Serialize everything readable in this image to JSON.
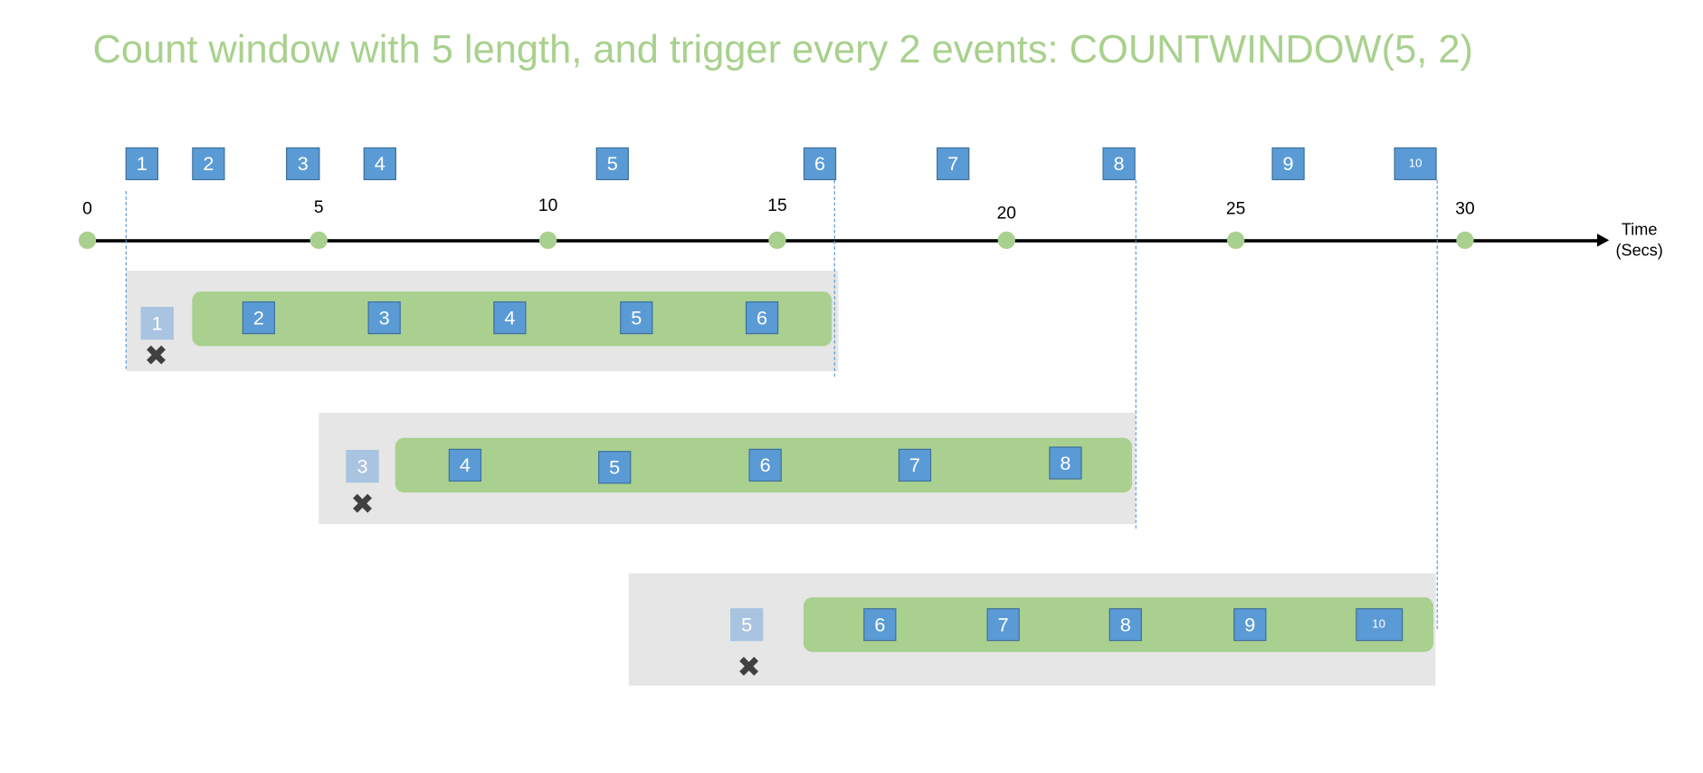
{
  "title": "Count window with 5 length, and trigger every 2 events: COUNTWINDOW(5, 2)",
  "events": [
    "1",
    "2",
    "3",
    "4",
    "5",
    "6",
    "7",
    "8",
    "9",
    "10"
  ],
  "axis": {
    "ticks": [
      "0",
      "5",
      "10",
      "15",
      "20",
      "25",
      "30"
    ],
    "unit_line1": "Time",
    "unit_line2": "(Secs)"
  },
  "windows": [
    {
      "evicted": "1",
      "events": [
        "2",
        "3",
        "4",
        "5",
        "6"
      ]
    },
    {
      "evicted": "3",
      "events": [
        "4",
        "5",
        "6",
        "7",
        "8"
      ]
    },
    {
      "evicted": "5",
      "events": [
        "6",
        "7",
        "8",
        "9",
        "10"
      ]
    }
  ],
  "colors": {
    "event": "#5b9bd5",
    "evicted": "#a9c4e0",
    "window": "#a9d08e",
    "title": "#a9d18e",
    "panel": "#e6e6e6"
  }
}
